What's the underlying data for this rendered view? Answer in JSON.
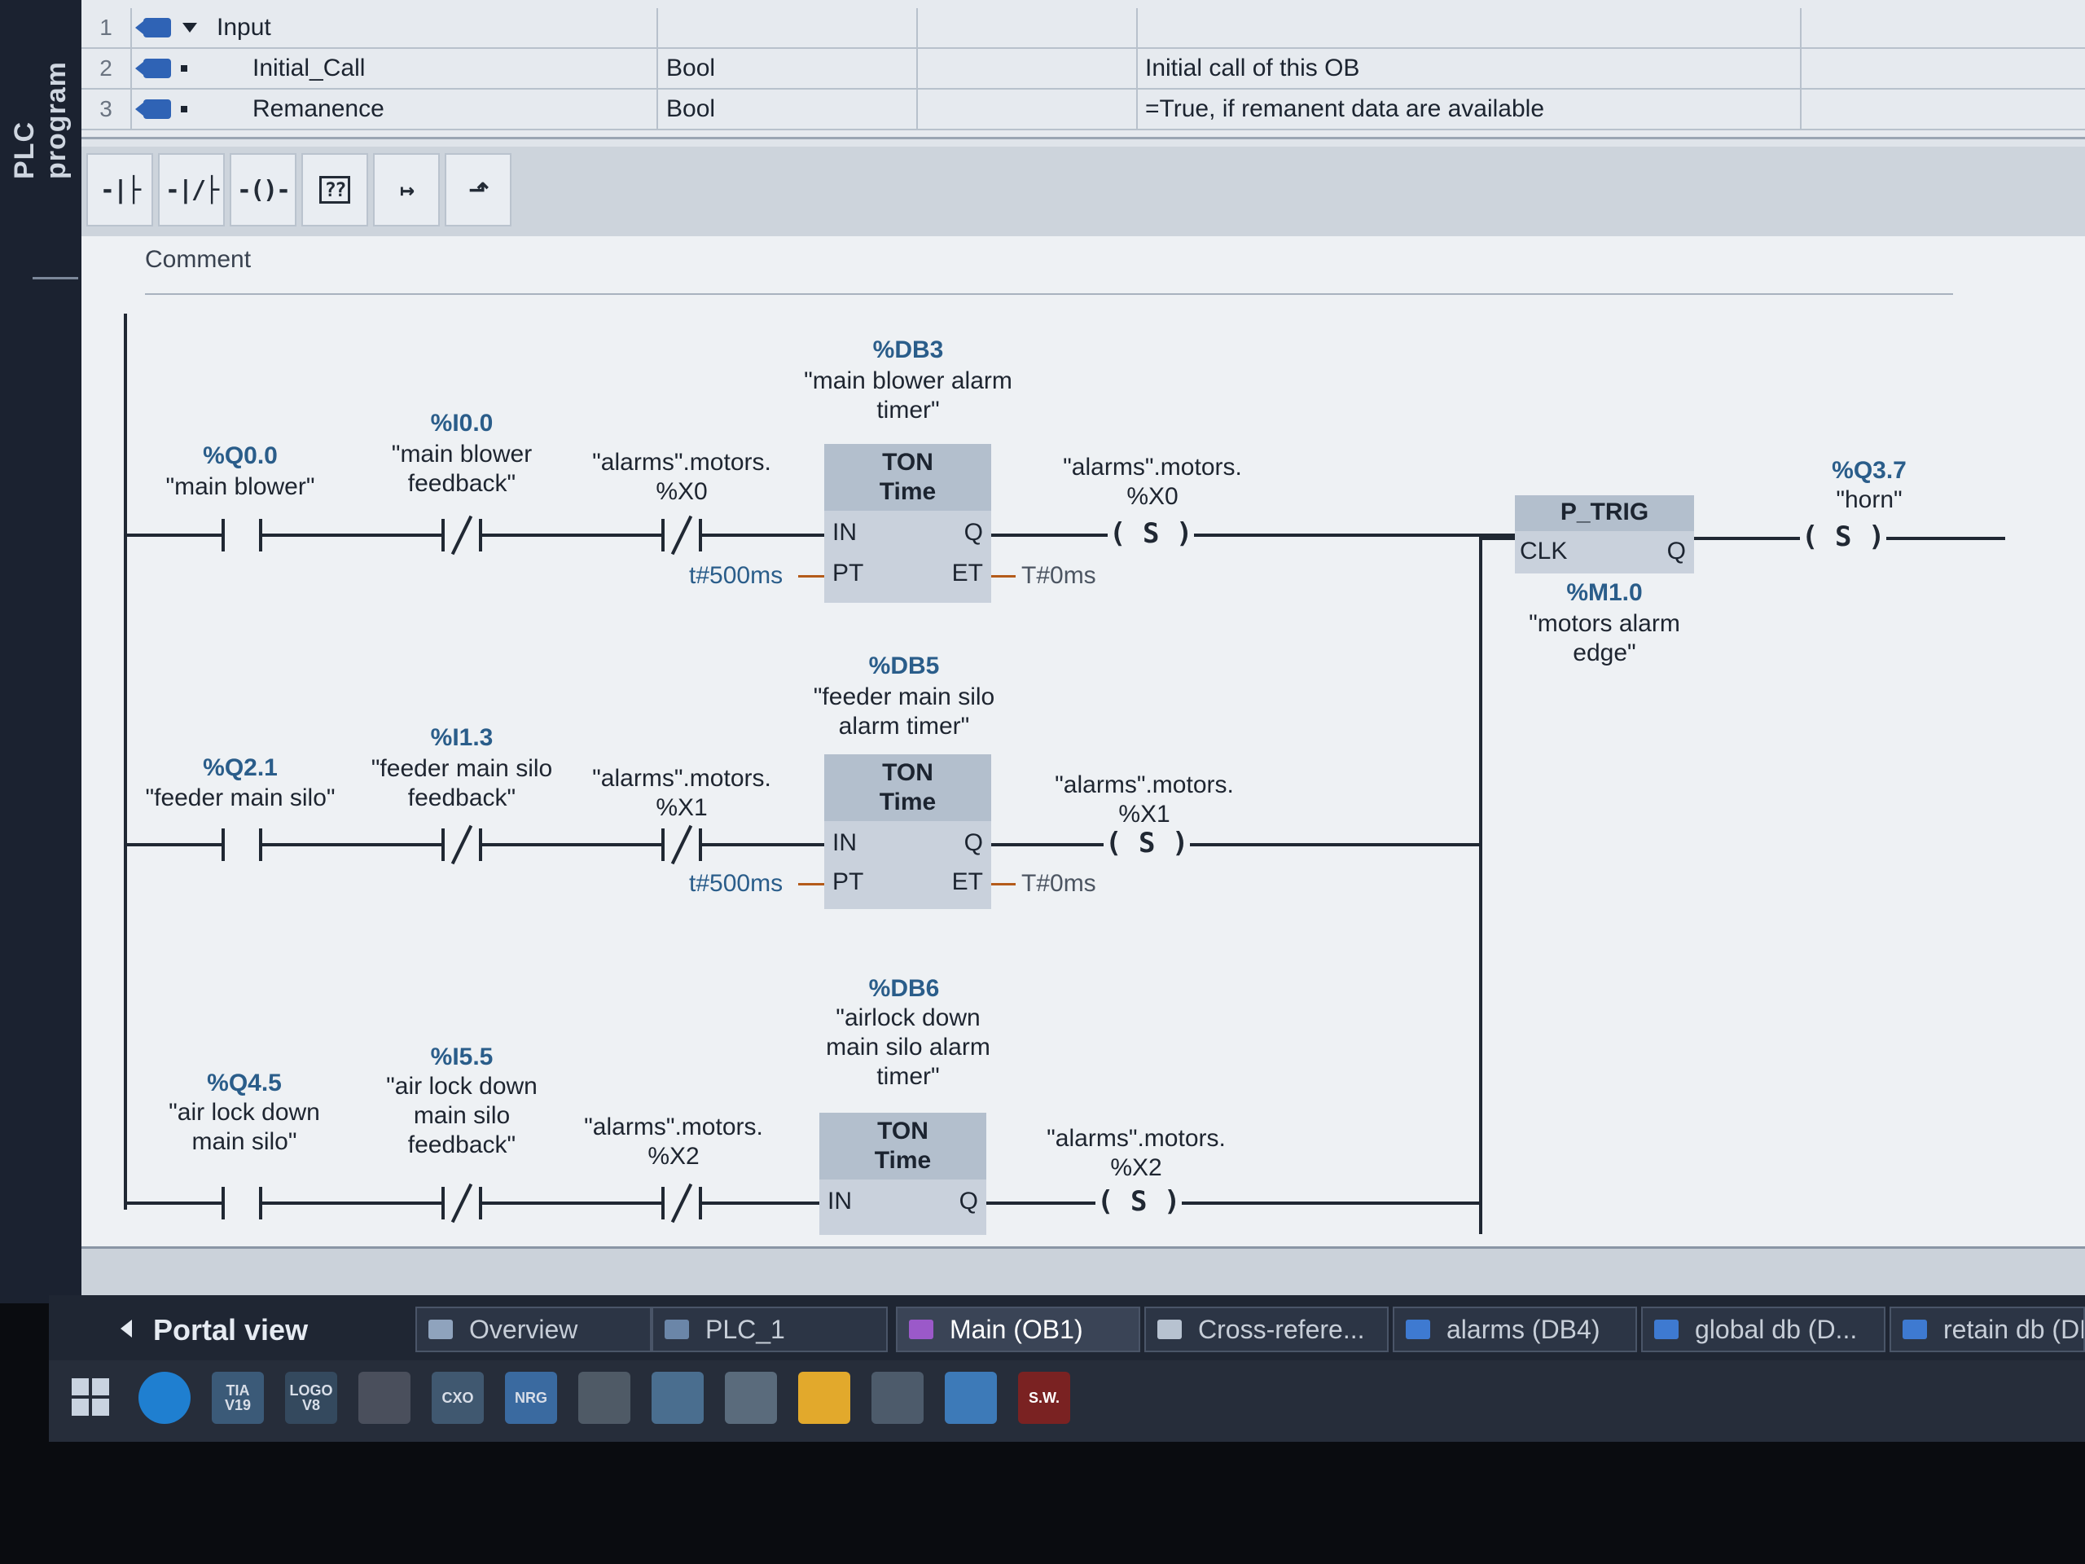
{
  "sidebar": {
    "label": "PLC program"
  },
  "interface": {
    "rows": [
      {
        "num": "1",
        "name": "Input",
        "type": "",
        "comment": ""
      },
      {
        "num": "2",
        "name": "Initial_Call",
        "type": "Bool",
        "comment": "Initial call of this OB"
      },
      {
        "num": "3",
        "name": "Remanence",
        "type": "Bool",
        "comment": "=True, if remanent data are available"
      }
    ]
  },
  "toolbar": {
    "no_contact": "-|├",
    "nc_contact": "-|/├",
    "coil": "-()-",
    "empty_box": "??",
    "open_branch": "↦",
    "close_branch": "⬏"
  },
  "network": {
    "comment_label": "Comment",
    "rung1": {
      "contact1": {
        "addr": "%Q0.0",
        "name": "\"main blower\""
      },
      "contact2": {
        "addr": "%I0.0",
        "name": "\"main blower feedback\""
      },
      "contact3": {
        "name": "\"alarms\".motors.",
        "bit": "%X0"
      },
      "timer": {
        "db": "%DB3",
        "name": "\"main blower alarm timer\"",
        "type": "TON",
        "time": "Time",
        "in": "IN",
        "pt": "PT",
        "q": "Q",
        "et": "ET",
        "pt_value": "t#500ms",
        "et_value": "T#0ms"
      },
      "coil": {
        "name": "\"alarms\".motors.",
        "bit": "%X0",
        "symbol": "( S )"
      }
    },
    "rung2": {
      "contact1": {
        "addr": "%Q2.1",
        "name": "\"feeder main silo\""
      },
      "contact2": {
        "addr": "%I1.3",
        "name": "\"feeder main silo feedback\""
      },
      "contact3": {
        "name": "\"alarms\".motors.",
        "bit": "%X1"
      },
      "timer": {
        "db": "%DB5",
        "name": "\"feeder main silo alarm timer\"",
        "type": "TON",
        "time": "Time",
        "in": "IN",
        "pt": "PT",
        "q": "Q",
        "et": "ET",
        "pt_value": "t#500ms",
        "et_value": "T#0ms"
      },
      "coil": {
        "name": "\"alarms\".motors.",
        "bit": "%X1",
        "symbol": "( S )"
      }
    },
    "rung3": {
      "contact1": {
        "addr": "%Q4.5",
        "name": "\"air lock down main silo\""
      },
      "contact2": {
        "addr": "%I5.5",
        "name": "\"air lock down main silo feedback\""
      },
      "contact3": {
        "name": "\"alarms\".motors.",
        "bit": "%X2"
      },
      "timer": {
        "db": "%DB6",
        "name": "\"airlock down main silo alarm timer\"",
        "type": "TON",
        "time": "Time",
        "in": "IN",
        "q": "Q"
      },
      "coil": {
        "name": "\"alarms\".motors.",
        "bit": "%X2",
        "symbol": "( S )"
      }
    },
    "ptrig": {
      "title": "P_TRIG",
      "clk": "CLK",
      "q": "Q",
      "addr": "%M1.0",
      "name": "\"motors alarm edge\""
    },
    "horn": {
      "addr": "%Q3.7",
      "name": "\"horn\"",
      "symbol": "( S )"
    }
  },
  "tabs": {
    "portal_view": "Portal view",
    "items": [
      "Overview",
      "PLC_1",
      "Main (OB1)",
      "Cross-refere...",
      "alarms (DB4)",
      "global db (D...",
      "retain db (DB..."
    ]
  },
  "taskbar": {
    "icons": [
      "TIA V19",
      "LOGO V8",
      "",
      "CXO",
      "NRG",
      "",
      "",
      "",
      "",
      "",
      "",
      "S.W."
    ]
  }
}
